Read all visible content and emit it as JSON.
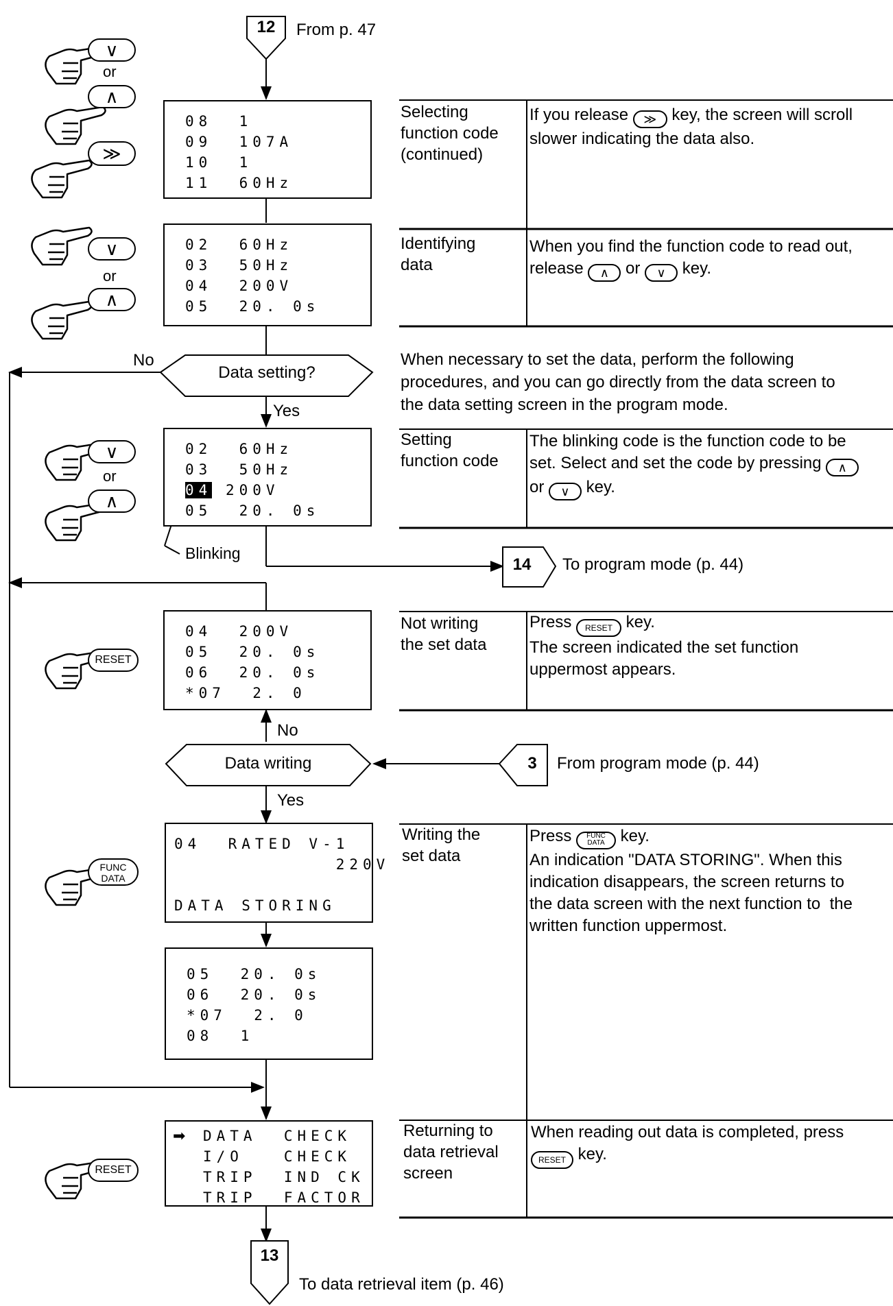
{
  "top_connector": {
    "number": "12",
    "label": "From p. 47"
  },
  "bottom_connector": {
    "number": "13",
    "label": "To data retrieval item (p. 46)"
  },
  "connector_14": {
    "number": "14",
    "label": "To program mode (p. 44)"
  },
  "connector_3": {
    "number": "3",
    "label": "From program mode (p. 44)"
  },
  "decision_setting": {
    "label": "Data setting?",
    "no": "No",
    "yes": "Yes"
  },
  "decision_writing": {
    "label": "Data writing",
    "no": "No",
    "yes": "Yes"
  },
  "note_setting": "When necessary to set the data, perform the following\nprocedures, and you can go directly from the data screen to\nthe data setting screen in the program mode.",
  "blinking_label": "Blinking",
  "or_label": "or",
  "keys": {
    "down": "∨",
    "up": "∧",
    "scroll": "≫",
    "reset": "RESET",
    "func_data": "FUNC\nDATA"
  },
  "screens": {
    "s1": [
      "08  1",
      "09  107A",
      "10  1",
      "11  60Hz"
    ],
    "s2": [
      "02  60Hz",
      "03  50Hz",
      "04  200V",
      "05  20. 0s"
    ],
    "s3": [
      "02  60Hz",
      "03  50Hz",
      "04",
      " 200V",
      "05  20. 0s"
    ],
    "s4": [
      "04  200V",
      "05  20. 0s",
      "06  20. 0s",
      "*07  2. 0"
    ],
    "s5": [
      "04  RATED V-1",
      "            220V",
      "",
      "DATA STORING"
    ],
    "s6": [
      "05  20. 0s",
      "06  20. 0s",
      "*07  2. 0",
      "08  1"
    ],
    "s7": [
      "DATA  CHECK",
      "I/O   CHECK",
      "TRIP  IND CK",
      "TRIP  FACTOR"
    ]
  },
  "rows": {
    "r1": {
      "caption": "Selecting\nfunction code\n(continued)",
      "desc_a": "If you release ",
      "desc_b": " key, the screen will scroll\nslower indicating the data also."
    },
    "r2": {
      "caption": "Identifying\ndata",
      "desc_a": "When you find the function code to read out,\nrelease ",
      "desc_or": " or ",
      "desc_b": " key."
    },
    "r3": {
      "caption": "Setting\nfunction code",
      "desc_a": "The blinking code is the function code to be\nset. Select and set the code by pressing ",
      "desc_or": "or ",
      "desc_b": " key."
    },
    "r4": {
      "caption": "Not writing\nthe set data",
      "desc_a": "Press ",
      "desc_b": " key.\nThe screen indicated the set function\nuppermost appears."
    },
    "r5": {
      "caption": "Writing the\nset data",
      "desc_a": "Press ",
      "desc_b": " key.\nAn indication \"DATA STORING\". When this\nindication disappears, the screen returns to\nthe data screen with the next function to  the\nwritten function uppermost."
    },
    "r6": {
      "caption": "Returning to\ndata retrieval\nscreen",
      "desc_a": "When reading out data is completed, press\n",
      "desc_b": " key."
    }
  }
}
